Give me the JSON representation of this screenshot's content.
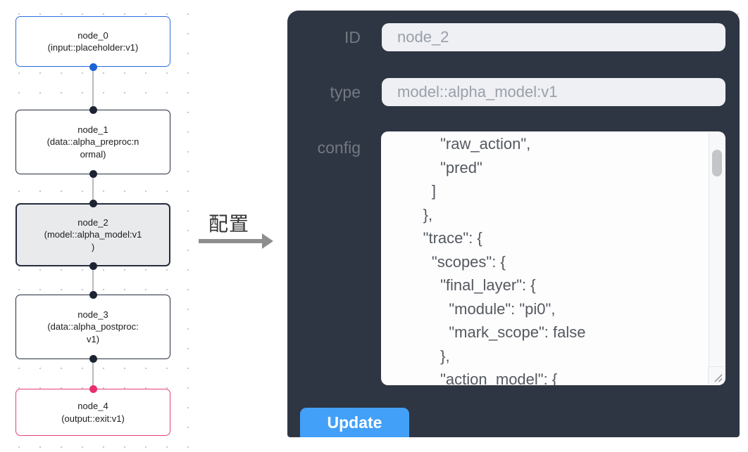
{
  "canvas": {
    "nodes": [
      {
        "id": "node_0",
        "lines": [
          "node_0",
          "(input::placeholder:v1)"
        ],
        "border_color": "#2e6de0",
        "port_color": "#1b63d6"
      },
      {
        "id": "node_1",
        "lines": [
          "node_1",
          "(data::alpha_preproc:n",
          "ormal)"
        ],
        "border_color": "#252c3d",
        "port_color": "#1c2333"
      },
      {
        "id": "node_2",
        "lines": [
          "node_2",
          "(model::alpha_model:v1",
          ")"
        ],
        "border_color": "#252c3d",
        "port_color": "#1c2333",
        "selected": true
      },
      {
        "id": "node_3",
        "lines": [
          "node_3",
          "(data::alpha_postproc:",
          "v1)"
        ],
        "border_color": "#252c3d",
        "port_color": "#1c2333"
      },
      {
        "id": "node_4",
        "lines": [
          "node_4",
          "(output::exit:v1)"
        ],
        "border_color": "#e93e76",
        "port_color": "#ea2e6d"
      }
    ]
  },
  "transition": {
    "label": "配置",
    "arrow_color": "#8e8e8e"
  },
  "panel": {
    "bg_color": "#2f3643",
    "id_label": "ID",
    "id_value": "node_2",
    "type_label": "type",
    "type_value": "model::alpha_model:v1",
    "config_label": "config",
    "config_text": "          \"raw_action\",\n          \"pred\"\n        ]\n      },\n      \"trace\": {\n        \"scopes\": {\n          \"final_layer\": {\n            \"module\": \"pi0\",\n            \"mark_scope\": false\n          },\n          \"action_model\": {",
    "update_label": "Update",
    "accent_blue": "#42a0f8"
  }
}
